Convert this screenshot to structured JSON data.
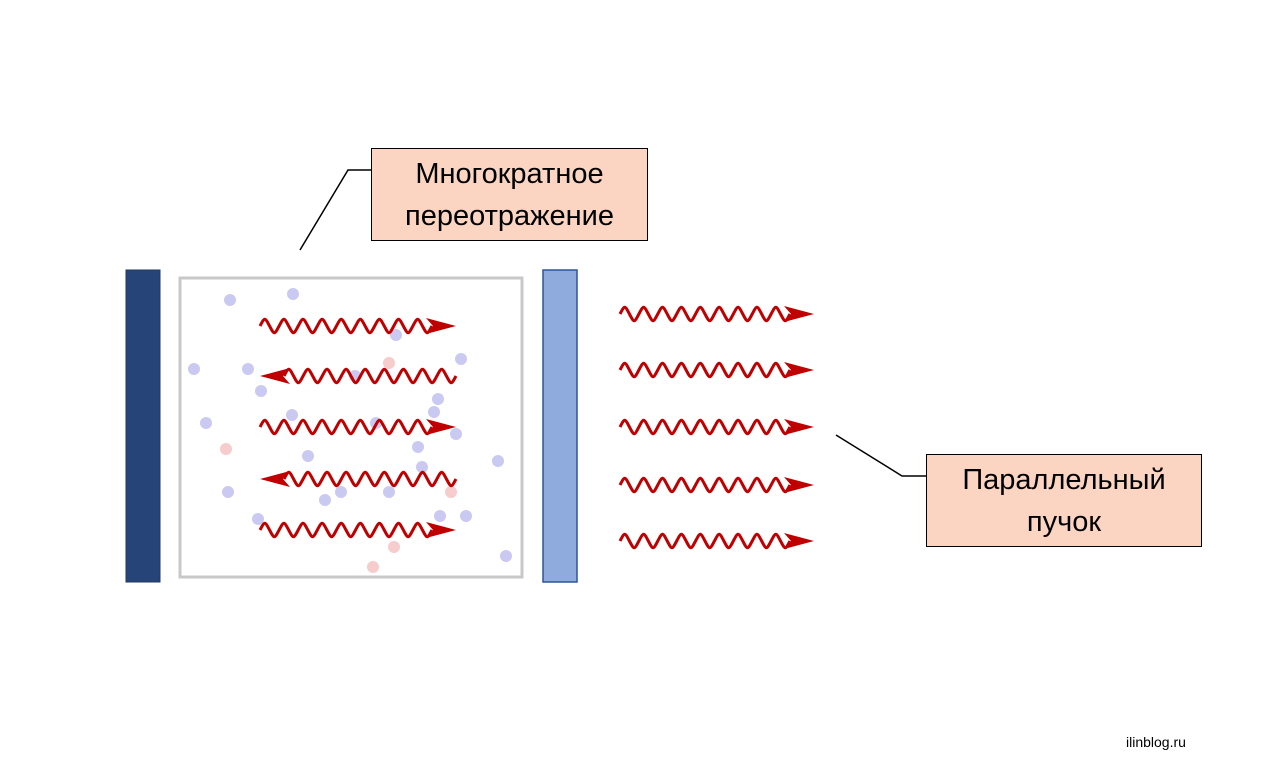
{
  "labels": {
    "multiple_reflection": [
      "Многократное",
      "переотражение"
    ],
    "parallel_beam": [
      "Параллельный",
      "пучок"
    ]
  },
  "watermark": "ilinblog.ru",
  "colors": {
    "mirror_full": "#264478",
    "mirror_partial": "#8faadc",
    "medium_border": "#c8c8c8",
    "wave": "#c00000",
    "particle_blue": "#c9c9f2",
    "particle_red": "#f6cccc",
    "callout_fill": "#fbd5c2"
  },
  "waves_inside": [
    {
      "direction": "right"
    },
    {
      "direction": "left"
    },
    {
      "direction": "right"
    },
    {
      "direction": "left"
    },
    {
      "direction": "right"
    }
  ],
  "waves_output": [
    {
      "direction": "right"
    },
    {
      "direction": "right"
    },
    {
      "direction": "right"
    },
    {
      "direction": "right"
    },
    {
      "direction": "right"
    }
  ]
}
